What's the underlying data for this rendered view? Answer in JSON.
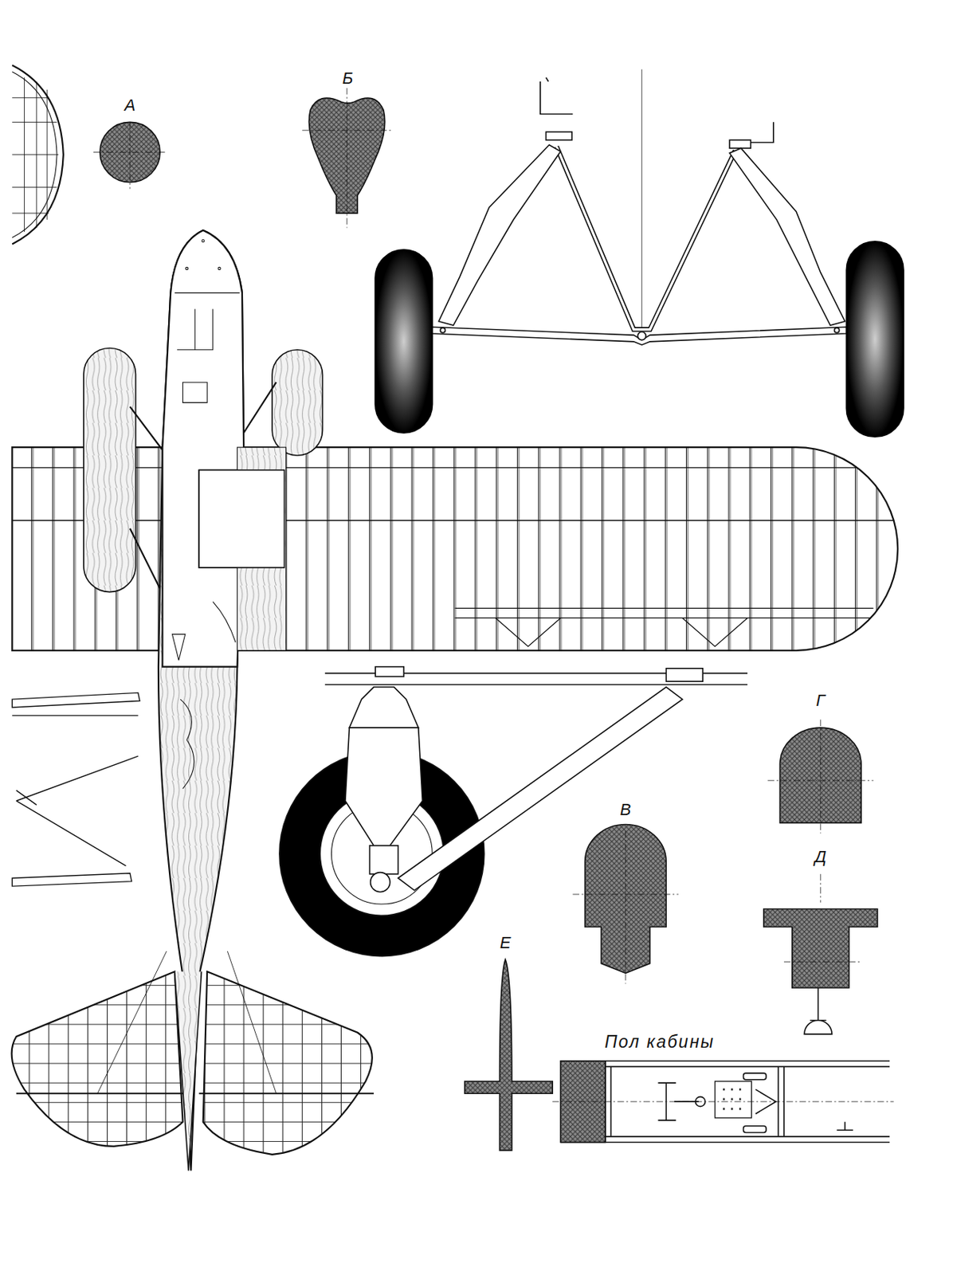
{
  "diagram": {
    "labels": [
      "А",
      "Б",
      "В",
      "Г",
      "Д",
      "Е",
      "Пол кабины"
    ]
  }
}
